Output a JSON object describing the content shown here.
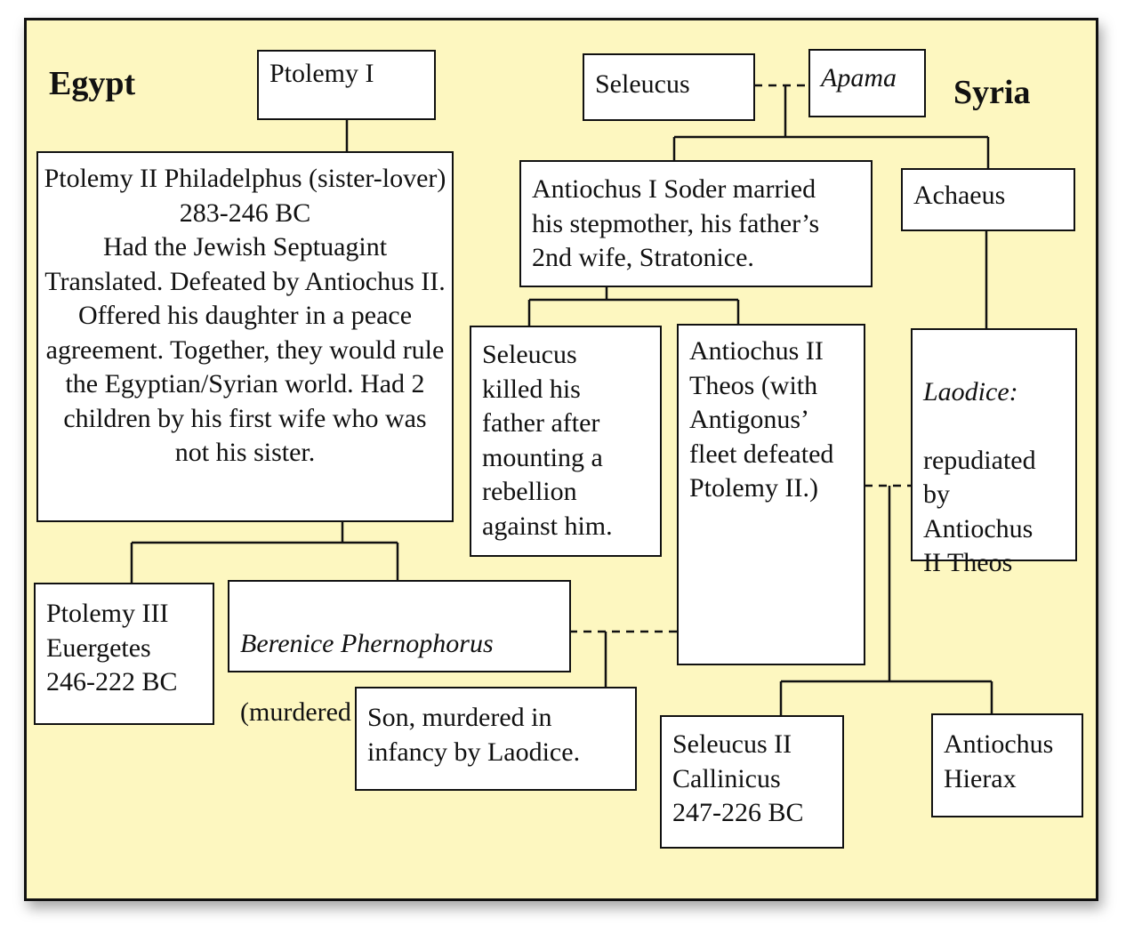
{
  "regions": {
    "egypt": "Egypt",
    "syria": "Syria"
  },
  "colors": {
    "background": "#fdf7c0",
    "box_fill": "#ffffff",
    "line": "#111111"
  },
  "nodes": {
    "ptolemy_1": "Ptolemy I",
    "ptolemy_2": "Ptolemy II Philadelphus (sister-lover) 283-246 BC\nHad the Jewish Septuagint Translated. Defeated by Antiochus II. Offered his daughter in a peace agreement. Together, they would rule the Egyptian/Syrian world. Had 2 children by his first wife who was not his sister.",
    "ptolemy_3": "Ptolemy III\nEuergetes\n 246-222 BC",
    "berenice_name": "Berenice Phernophorus",
    "berenice_note": "(murdered by Laodice)",
    "son": "Son, murdered in\ninfancy by Laodice.",
    "seleucus": "Seleucus",
    "apama": "Apama",
    "antiochus_1": "Antiochus I Soder married\nhis stepmother, his father’s\n2nd wife, Stratonice.",
    "achaeus": "Achaeus",
    "seleucus_son": "Seleucus\nkilled his\nfather after\nmounting a\nrebellion\nagainst him.",
    "antiochus_2": "Antiochus II\nTheos (with\nAntigonus’\nfleet defeated\nPtolemy II.)",
    "laodice_name": "Laodice:",
    "laodice_note": "repudiated\nby\nAntiochus\nII Theos",
    "seleucus_2": "Seleucus II\nCallinicus\n247-226 BC",
    "antiochus_hierax": "Antiochus\nHierax"
  }
}
